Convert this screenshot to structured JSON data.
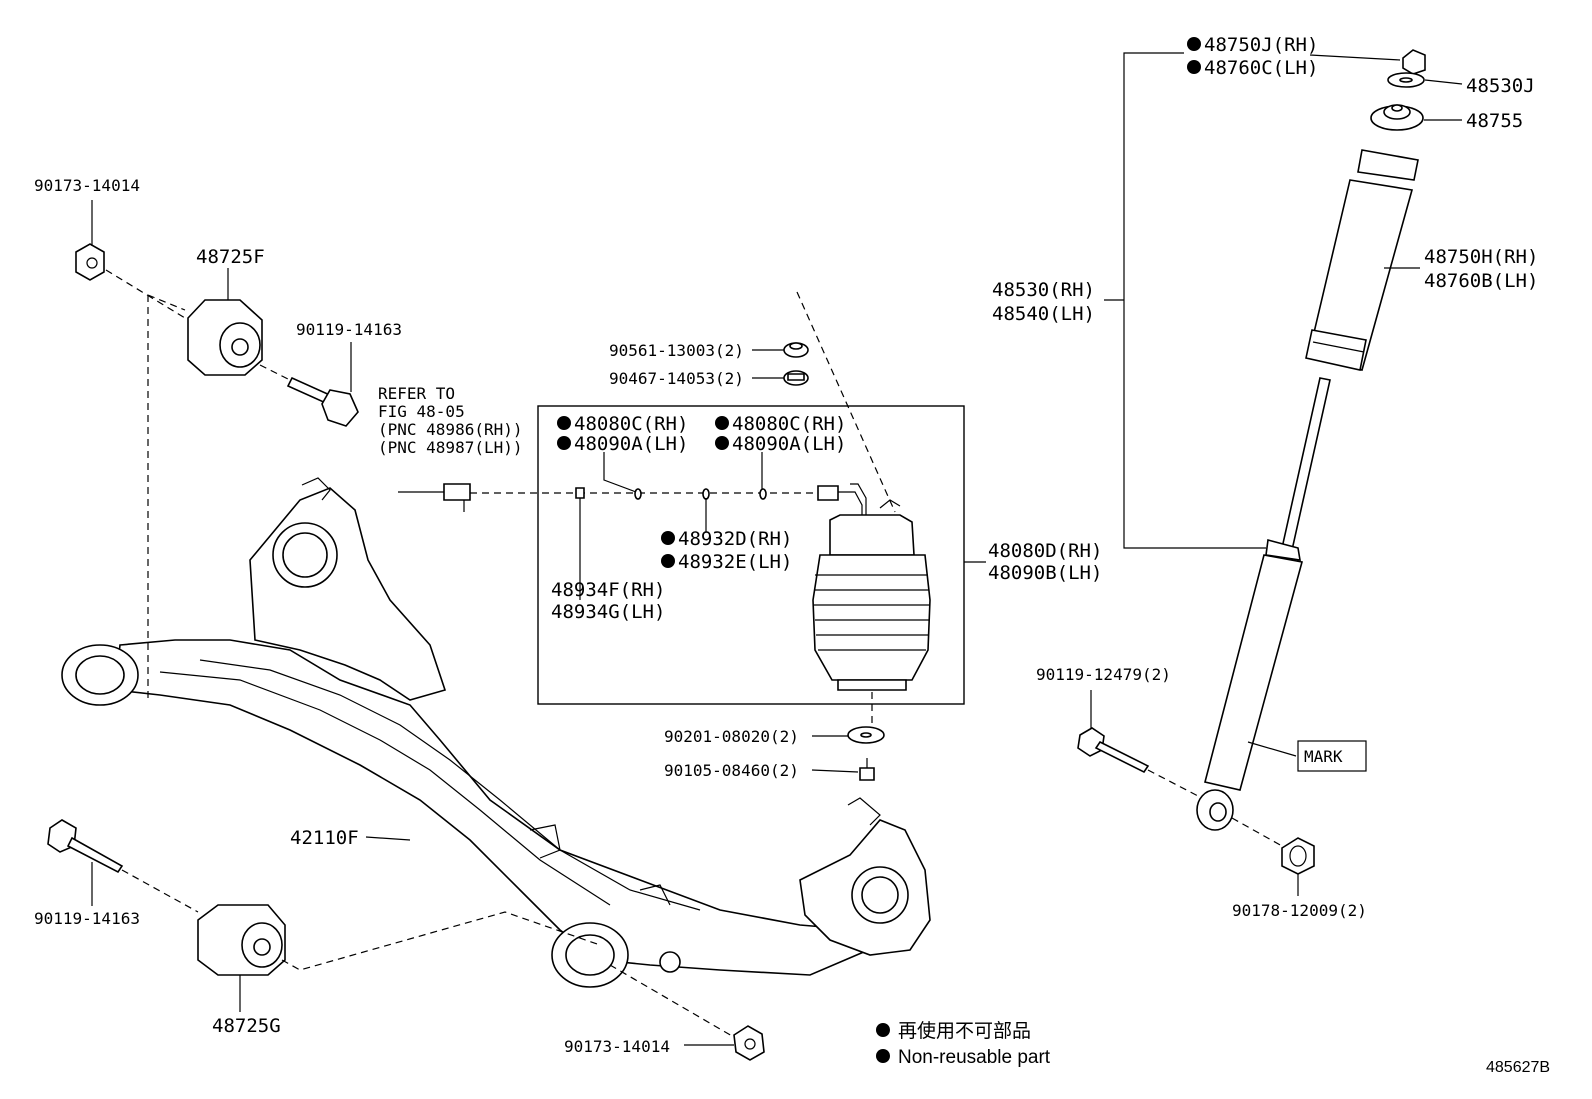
{
  "diagram": {
    "figure_id": "485627B",
    "labels": {
      "nut_top_left": "90173-14014",
      "bushing_top": "48725F",
      "bolt_top": "90119-14163",
      "refer_line1": "REFER TO",
      "refer_line2": "FIG 48-05",
      "refer_line3": "(PNC 48986(RH))",
      "refer_line4": "(PNC 48987(LH))",
      "nut_90561": "90561-13003(2)",
      "nut_90467": "90467-14053(2)",
      "hose_a_rh": "48080C(RH)",
      "hose_a_lh": "48090A(LH)",
      "hose_b_rh": "48080C(RH)",
      "hose_b_lh": "48090A(LH)",
      "oring_rh": "48932D(RH)",
      "oring_lh": "48932E(LH)",
      "clip_rh": "48934F(RH)",
      "clip_lh": "48934G(LH)",
      "spring_rh": "48080D(RH)",
      "spring_lh": "48090B(LH)",
      "washer_90201": "90201-08020(2)",
      "bolt_90105": "90105-08460(2)",
      "beam": "42110F",
      "bolt_bottom": "90119-14163",
      "bushing_bottom": "48725G",
      "nut_bottom": "90173-14014",
      "absorber_kit_rh": "48750J(RH)",
      "absorber_kit_lh": "48760C(LH)",
      "cushion": "48530J",
      "support": "48755",
      "absorber_rh": "48530(RH)",
      "absorber_lh": "48540(LH)",
      "boot_rh": "48750H(RH)",
      "boot_lh": "48760B(LH)",
      "bolt_90119_12479": "90119-12479(2)",
      "mark": "MARK",
      "nut_90178": "90178-12009(2)"
    },
    "legend": {
      "jp": "再使用不可部品",
      "en": "Non-reusable part"
    }
  }
}
